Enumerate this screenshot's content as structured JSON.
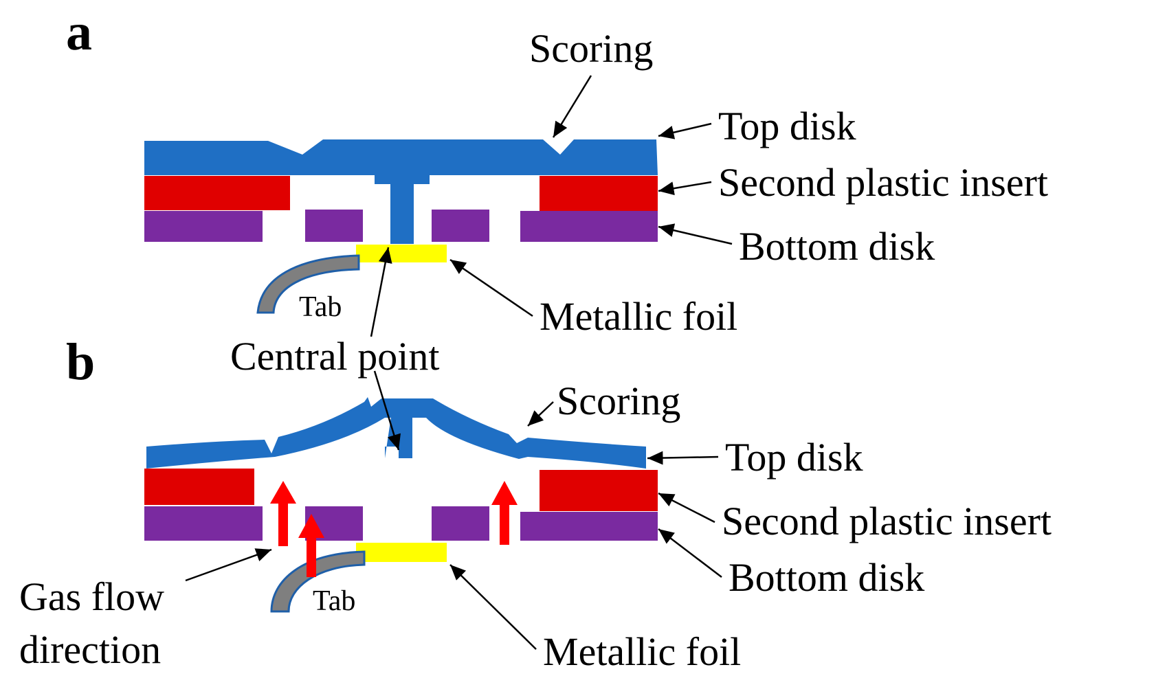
{
  "panels": {
    "a": {
      "panel_label": "a",
      "labels": {
        "scoring": "Scoring",
        "top_disk": "Top disk",
        "second_plastic_insert": "Second plastic insert",
        "bottom_disk": "Bottom disk",
        "metallic_foil": "Metallic foil",
        "tab": "Tab",
        "central_point": "Central point"
      }
    },
    "b": {
      "panel_label": "b",
      "labels": {
        "scoring": "Scoring",
        "top_disk": "Top disk",
        "second_plastic_insert": "Second plastic insert",
        "bottom_disk": "Bottom disk",
        "metallic_foil": "Metallic foil",
        "tab": "Tab",
        "gas_flow_line1": "Gas flow",
        "gas_flow_line2": "direction"
      }
    }
  },
  "colors": {
    "top_disk": "#1f6fc4",
    "second_plastic_insert": "#e00000",
    "bottom_disk": "#7a2aa0",
    "metallic_foil": "#ffff00",
    "tab_fill": "#7f7f7f",
    "tab_edge": "#1f5fa8",
    "gas_flow_arrow": "#ff0000",
    "leader_line": "#000000"
  }
}
